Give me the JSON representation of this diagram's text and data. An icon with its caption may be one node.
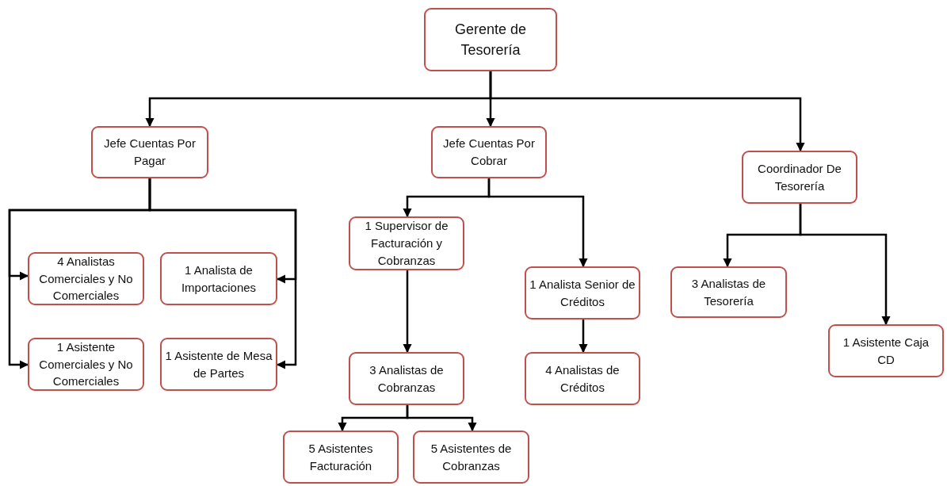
{
  "diagram": {
    "nodes": [
      {
        "text": [
          "Gerente de Tesorería"
        ]
      },
      {
        "text": [
          "Jefe Cuentas Por Pagar"
        ]
      },
      {
        "text": [
          "Jefe Cuentas Por Cobrar"
        ]
      },
      {
        "text": [
          "Coordinador De Tesorería"
        ]
      },
      {
        "text": [
          "4 Analistas Comerciales y No Comerciales"
        ]
      },
      {
        "text": [
          "1 Analista de Importaciones"
        ]
      },
      {
        "text": [
          "1 Asistente Comerciales y No Comerciales"
        ]
      },
      {
        "text": [
          "1 Asistente de Mesa de Partes"
        ]
      },
      {
        "text": [
          "1 Supervisor de Facturación y Cobranzas"
        ]
      },
      {
        "text": [
          "1 Analista Senior de Créditos"
        ]
      },
      {
        "text": [
          "3 Analistas de Cobranzas"
        ]
      },
      {
        "text": [
          "4 Analistas de Créditos"
        ]
      },
      {
        "text": [
          "5 Asistentes Facturación"
        ]
      },
      {
        "text": [
          "5 Asistentes de Cobranzas"
        ]
      },
      {
        "text": [
          "3 Analistas de Tesorería"
        ]
      },
      {
        "text": [
          "1 Asistente Caja CD"
        ]
      }
    ],
    "edges": [
      {
        "from": 0,
        "to": 1,
        "arrow": "to"
      },
      {
        "from": 0,
        "to": 2,
        "arrow": "to"
      },
      {
        "from": 0,
        "to": 3,
        "arrow": "to"
      },
      {
        "from": 1,
        "to": 4,
        "arrow": "to"
      },
      {
        "from": 1,
        "to": 6,
        "arrow": "to"
      },
      {
        "from": 1,
        "to": 5,
        "arrow": "to"
      },
      {
        "from": 1,
        "to": 7,
        "arrow": "to"
      },
      {
        "from": 2,
        "to": 8,
        "arrow": "to"
      },
      {
        "from": 2,
        "to": 9,
        "arrow": "to"
      },
      {
        "from": 8,
        "to": 10,
        "arrow": "to"
      },
      {
        "from": 9,
        "to": 11,
        "arrow": "to"
      },
      {
        "from": 10,
        "to": 12,
        "arrow": "to"
      },
      {
        "from": 10,
        "to": 13,
        "arrow": "to"
      },
      {
        "from": 3,
        "to": 14,
        "arrow": "to"
      },
      {
        "from": 3,
        "to": 15,
        "arrow": "to"
      }
    ]
  }
}
